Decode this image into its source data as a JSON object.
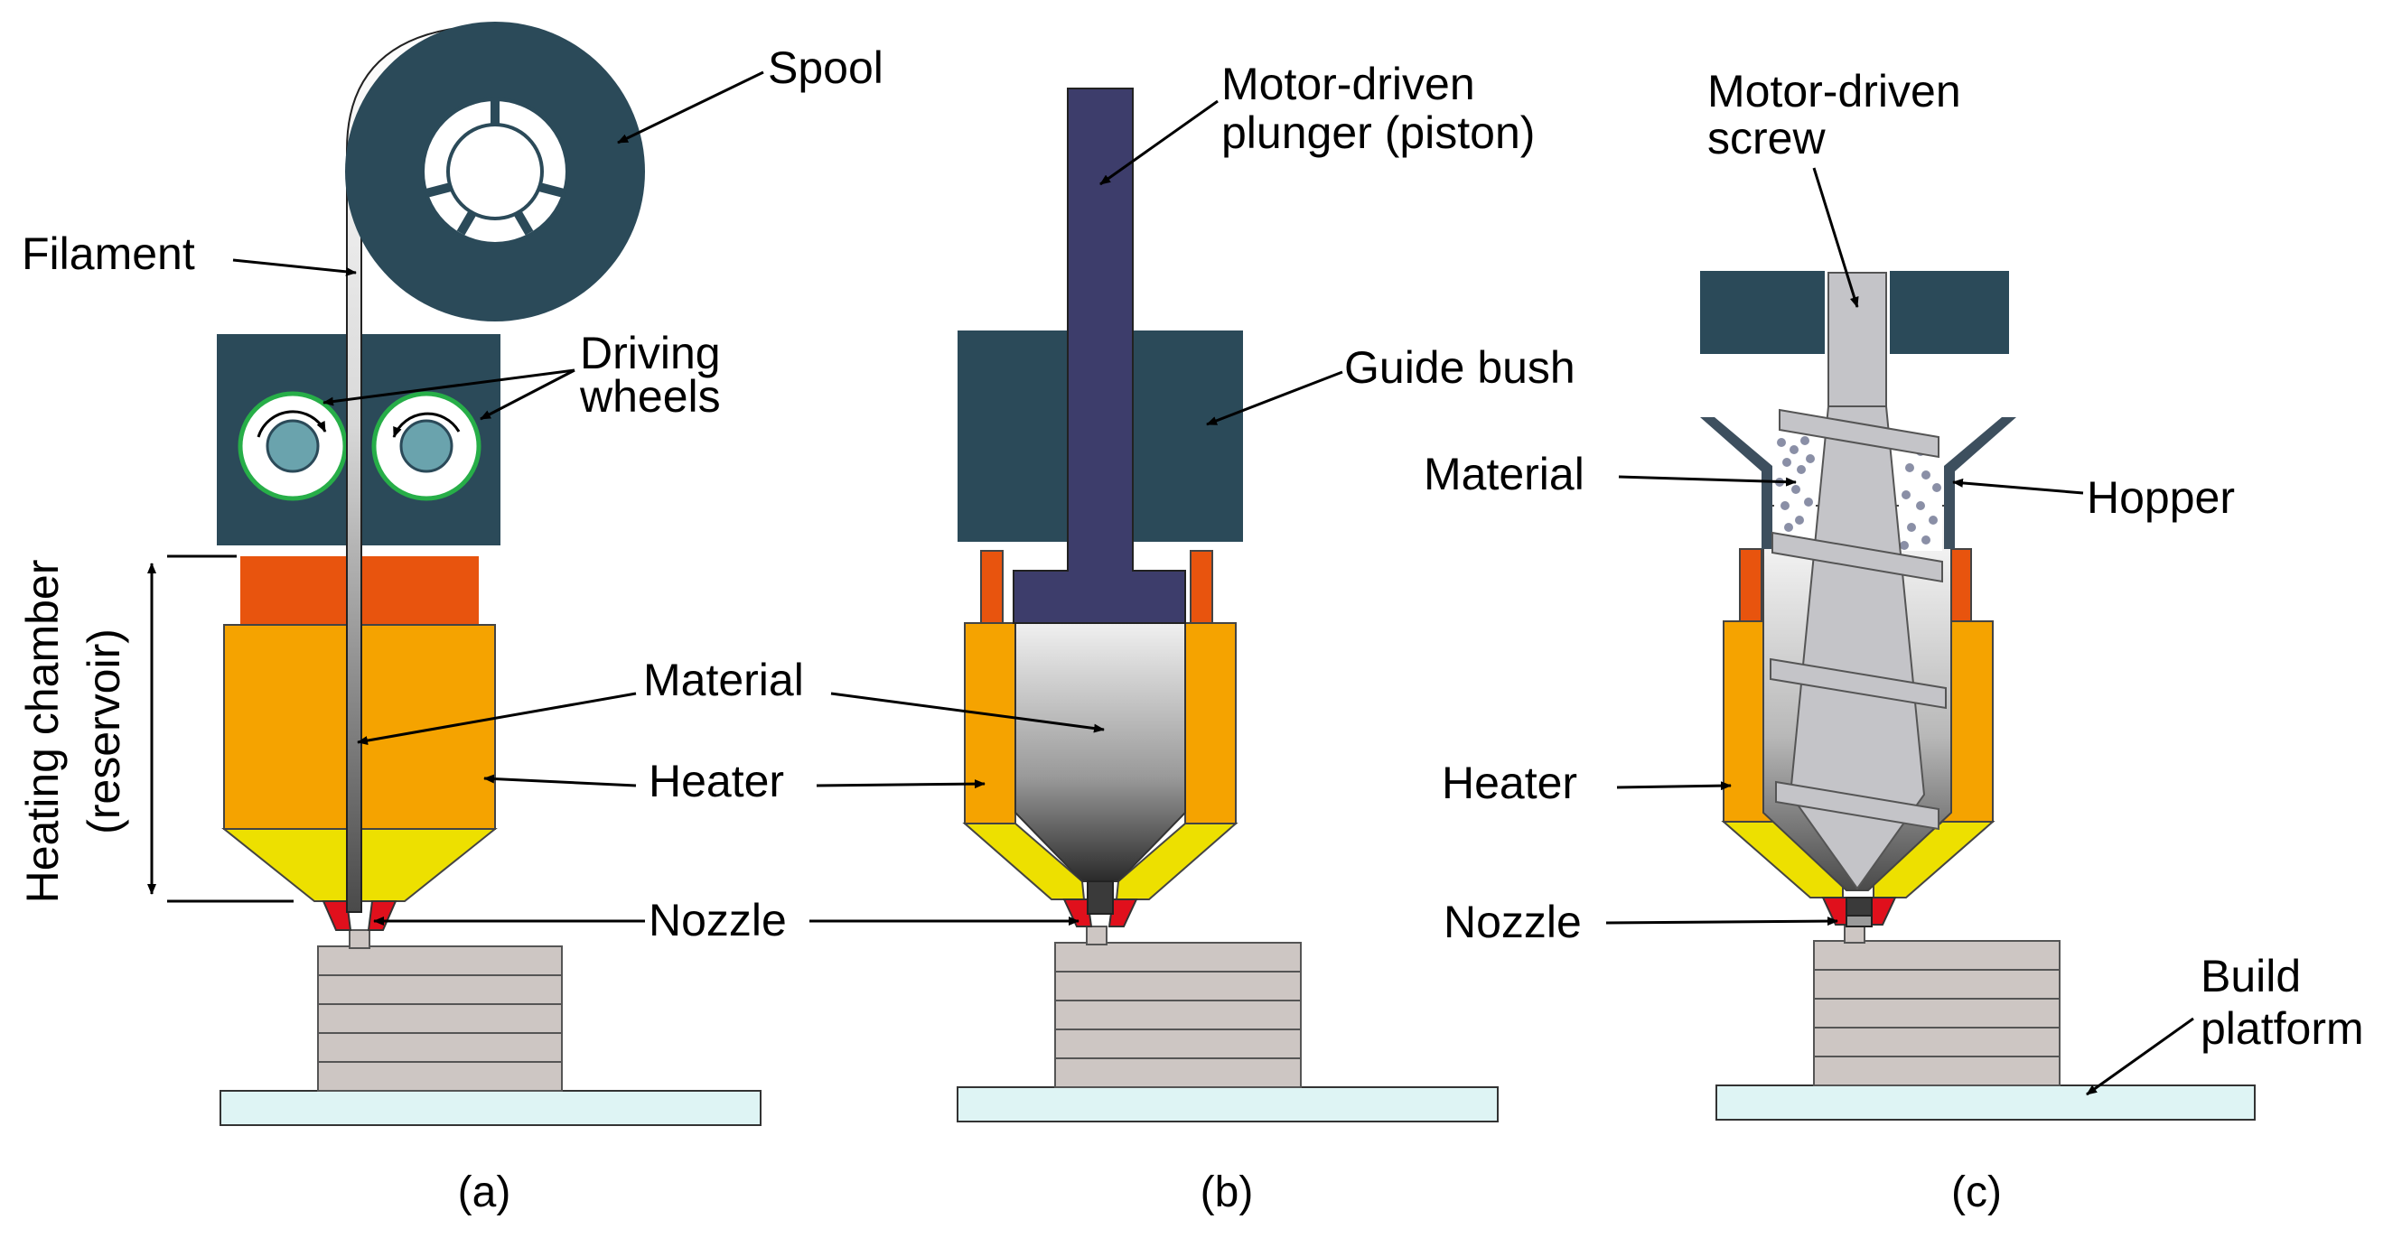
{
  "colors": {
    "dark_block": "#2b4a59",
    "plunger": "#3d3d6b",
    "heater": "#f5a300",
    "heater_top": "#e8540e",
    "nozzle_cone": "#ede000",
    "nozzle_tip": "#e0101c",
    "layers": "#cdc6c3",
    "platform": "#def4f4",
    "wheel_ring": "#27ae48",
    "wheel_hub": "#6aa3ad",
    "screw": "#c4c4c8",
    "hopper": "#3d4f5e"
  },
  "panel_a": {
    "caption": "(a)",
    "spool": "Spool",
    "filament": "Filament",
    "driving_wheels_1": "Driving",
    "driving_wheels_2": "wheels",
    "heating_chamber_1": "Heating chamber",
    "heating_chamber_2": "(reservoir)",
    "material": "Material",
    "heater": "Heater",
    "nozzle": "Nozzle"
  },
  "panel_b": {
    "caption": "(b)",
    "plunger_1": "Motor-driven",
    "plunger_2": "plunger (piston)",
    "guide_bush": "Guide bush"
  },
  "panel_c": {
    "caption": "(c)",
    "screw_1": "Motor-driven",
    "screw_2": "screw",
    "material": "Material",
    "hopper": "Hopper",
    "heater": "Heater",
    "nozzle": "Nozzle",
    "build_platform_1": "Build",
    "build_platform_2": "platform"
  }
}
